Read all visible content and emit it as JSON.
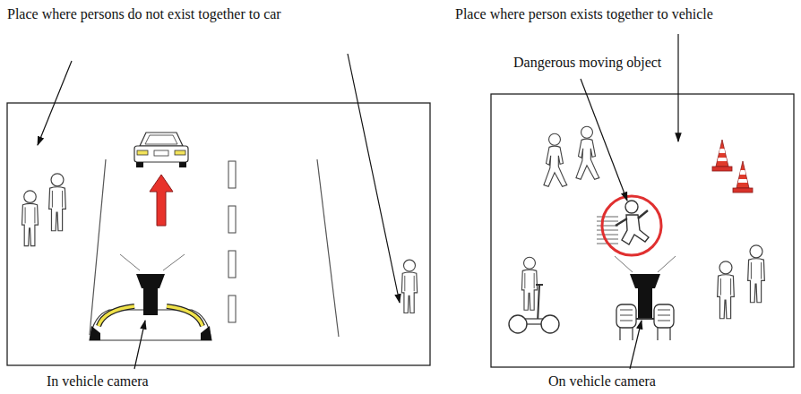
{
  "diagram": {
    "labels": [
      "Place where persons do not exist together to car",
      "Place where person exists together to vehicle",
      "Dangerous moving object",
      "In vehicle camera",
      "On vehicle camera"
    ]
  }
}
